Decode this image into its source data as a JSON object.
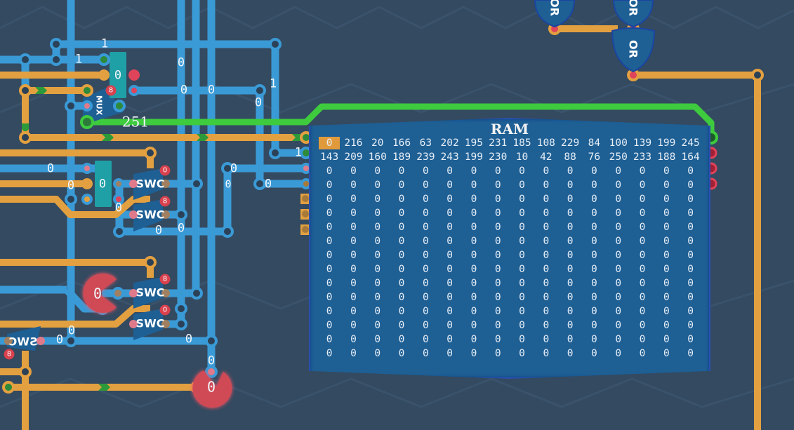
{
  "colors": {
    "background": "#344a60",
    "wire_blue": "#3a9ad6",
    "wire_orange": "#e3a040",
    "wire_green": "#3ecb3e",
    "pin_red": "#e0445a",
    "component_blue": "#1e5f94",
    "register_teal": "#1fa0a6",
    "display_red": "#d04a56"
  },
  "ram": {
    "title": "RAM",
    "selected_index": 0,
    "rows": [
      [
        "0",
        "216",
        "20",
        "166",
        "63",
        "202",
        "195",
        "231",
        "185",
        "108",
        "229",
        "84",
        "100",
        "139",
        "199",
        "245"
      ],
      [
        "143",
        "209",
        "160",
        "189",
        "239",
        "243",
        "199",
        "230",
        "10",
        "42",
        "88",
        "76",
        "250",
        "233",
        "188",
        "164"
      ],
      [
        "0",
        "0",
        "0",
        "0",
        "0",
        "0",
        "0",
        "0",
        "0",
        "0",
        "0",
        "0",
        "0",
        "0",
        "0",
        "0"
      ],
      [
        "0",
        "0",
        "0",
        "0",
        "0",
        "0",
        "0",
        "0",
        "0",
        "0",
        "0",
        "0",
        "0",
        "0",
        "0",
        "0"
      ],
      [
        "0",
        "0",
        "0",
        "0",
        "0",
        "0",
        "0",
        "0",
        "0",
        "0",
        "0",
        "0",
        "0",
        "0",
        "0",
        "0"
      ],
      [
        "0",
        "0",
        "0",
        "0",
        "0",
        "0",
        "0",
        "0",
        "0",
        "0",
        "0",
        "0",
        "0",
        "0",
        "0",
        "0"
      ],
      [
        "0",
        "0",
        "0",
        "0",
        "0",
        "0",
        "0",
        "0",
        "0",
        "0",
        "0",
        "0",
        "0",
        "0",
        "0",
        "0"
      ],
      [
        "0",
        "0",
        "0",
        "0",
        "0",
        "0",
        "0",
        "0",
        "0",
        "0",
        "0",
        "0",
        "0",
        "0",
        "0",
        "0"
      ],
      [
        "0",
        "0",
        "0",
        "0",
        "0",
        "0",
        "0",
        "0",
        "0",
        "0",
        "0",
        "0",
        "0",
        "0",
        "0",
        "0"
      ],
      [
        "0",
        "0",
        "0",
        "0",
        "0",
        "0",
        "0",
        "0",
        "0",
        "0",
        "0",
        "0",
        "0",
        "0",
        "0",
        "0"
      ],
      [
        "0",
        "0",
        "0",
        "0",
        "0",
        "0",
        "0",
        "0",
        "0",
        "0",
        "0",
        "0",
        "0",
        "0",
        "0",
        "0"
      ],
      [
        "0",
        "0",
        "0",
        "0",
        "0",
        "0",
        "0",
        "0",
        "0",
        "0",
        "0",
        "0",
        "0",
        "0",
        "0",
        "0"
      ],
      [
        "0",
        "0",
        "0",
        "0",
        "0",
        "0",
        "0",
        "0",
        "0",
        "0",
        "0",
        "0",
        "0",
        "0",
        "0",
        "0"
      ],
      [
        "0",
        "0",
        "0",
        "0",
        "0",
        "0",
        "0",
        "0",
        "0",
        "0",
        "0",
        "0",
        "0",
        "0",
        "0",
        "0"
      ],
      [
        "0",
        "0",
        "0",
        "0",
        "0",
        "0",
        "0",
        "0",
        "0",
        "0",
        "0",
        "0",
        "0",
        "0",
        "0",
        "0"
      ],
      [
        "0",
        "0",
        "0",
        "0",
        "0",
        "0",
        "0",
        "0",
        "0",
        "0",
        "0",
        "0",
        "0",
        "0",
        "0",
        "0"
      ]
    ]
  },
  "components": {
    "mux": {
      "label": "MUX",
      "badge": "8"
    },
    "register_top": {
      "value": "0"
    },
    "register_mid": {
      "value": "0"
    },
    "swc": [
      {
        "label": "SWC",
        "badge": "0"
      },
      {
        "label": "SWC",
        "badge": "8"
      },
      {
        "label": "SWC",
        "badge": "8"
      },
      {
        "label": "SWC",
        "badge": "0"
      },
      {
        "label": "SWC",
        "badge": "8"
      }
    ],
    "or_gates": [
      {
        "label": "OR"
      },
      {
        "label": "OR"
      },
      {
        "label": "OR"
      }
    ],
    "displays": [
      {
        "value": "0"
      },
      {
        "value": "0"
      }
    ]
  },
  "wire_labels": {
    "bus_value": "251",
    "top_1": "1",
    "left_1": "1",
    "v0a": "0",
    "h0a": "0",
    "h0b": "0",
    "right_1": "1",
    "v0b": "0",
    "ram_in_1": "1",
    "left_0": "0",
    "mid_0": "0",
    "small_0a": "0",
    "small_0b": "0",
    "swc_0a": "0",
    "swc_0b": "0",
    "swc_0c": "0",
    "bottom_0a": "0",
    "bottom_0b": "0",
    "bottom_0c": "0",
    "bottom_0d": "0",
    "disp_in_0": "0"
  }
}
